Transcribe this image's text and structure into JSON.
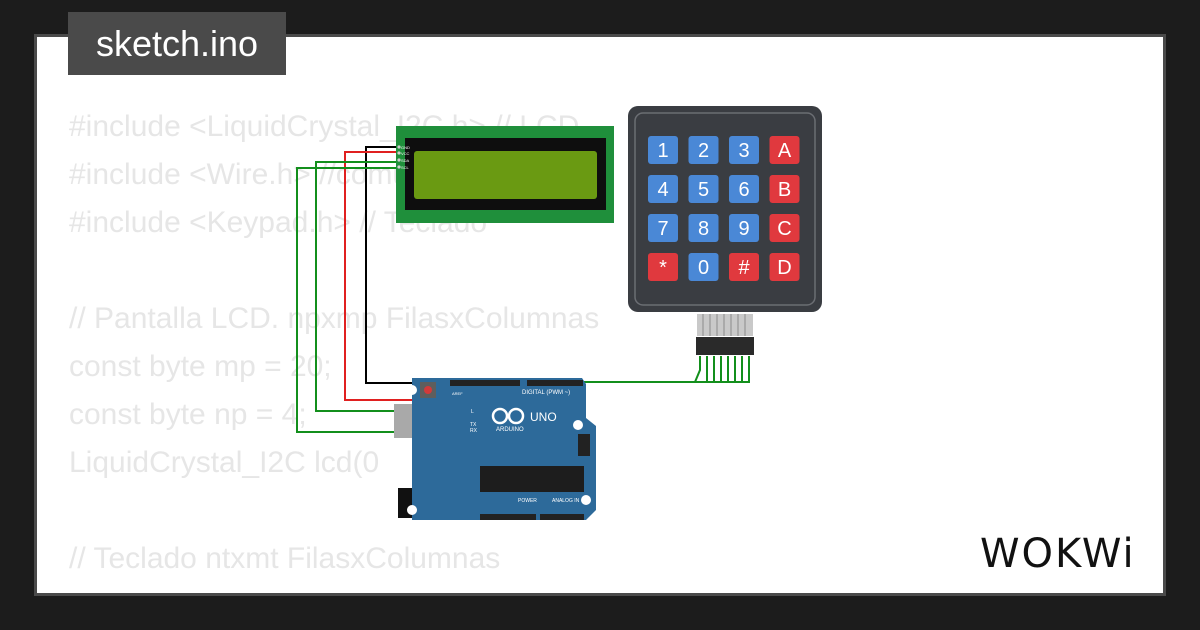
{
  "file_tab": {
    "title": "sketch.ino"
  },
  "code_lines": [
    "#include <LiquidCrystal_I2C.h> // LCD",
    "#include <Wire.h> //comunicacion I2C",
    "#include <Keypad.h> // Teclado",
    "",
    "// Pantalla LCD. npxmp FilasxColumnas",
    "const byte mp = 20;",
    "const byte np = 4;",
    "LiquidCrystal_I2C lcd(0",
    "",
    "// Teclado ntxmt FilasxColumnas",
    ""
  ],
  "keypad": {
    "rows": [
      [
        {
          "label": "1",
          "kind": "digit"
        },
        {
          "label": "2",
          "kind": "digit"
        },
        {
          "label": "3",
          "kind": "digit"
        },
        {
          "label": "A",
          "kind": "letter"
        }
      ],
      [
        {
          "label": "4",
          "kind": "digit"
        },
        {
          "label": "5",
          "kind": "digit"
        },
        {
          "label": "6",
          "kind": "digit"
        },
        {
          "label": "B",
          "kind": "letter"
        }
      ],
      [
        {
          "label": "7",
          "kind": "digit"
        },
        {
          "label": "8",
          "kind": "digit"
        },
        {
          "label": "9",
          "kind": "digit"
        },
        {
          "label": "C",
          "kind": "letter"
        }
      ],
      [
        {
          "label": "*",
          "kind": "letter"
        },
        {
          "label": "0",
          "kind": "digit"
        },
        {
          "label": "#",
          "kind": "letter"
        },
        {
          "label": "D",
          "kind": "letter"
        }
      ]
    ]
  },
  "lcd": {
    "pin_labels": [
      "GND",
      "VCC",
      "SDA",
      "SCL"
    ]
  },
  "arduino": {
    "model_label": "UNO",
    "brand_label": "ARDUINO",
    "digital_label": "DIGITAL (PWM ~)",
    "power_label": "POWER",
    "analog_label": "ANALOG IN",
    "on_label": "ON",
    "tx_label": "TX",
    "rx_label": "RX",
    "l_label": "L",
    "aref_label": "AREF"
  },
  "brand": {
    "logo_text": "WOKWi"
  },
  "colors": {
    "background": "#1c1c1c",
    "card": "#ffffff",
    "frame": "#4a4a4a",
    "code_text": "#e6e6e6",
    "lcd_board": "#1f8f3b",
    "lcd_screen": "#6a9a12",
    "keypad_body": "#3a3d42",
    "key_digit": "#4a88d6",
    "key_letter": "#e0393e",
    "arduino_board": "#2d6a9a",
    "wire_green": "#138f1c",
    "wire_red": "#e02020",
    "wire_black": "#000000"
  }
}
